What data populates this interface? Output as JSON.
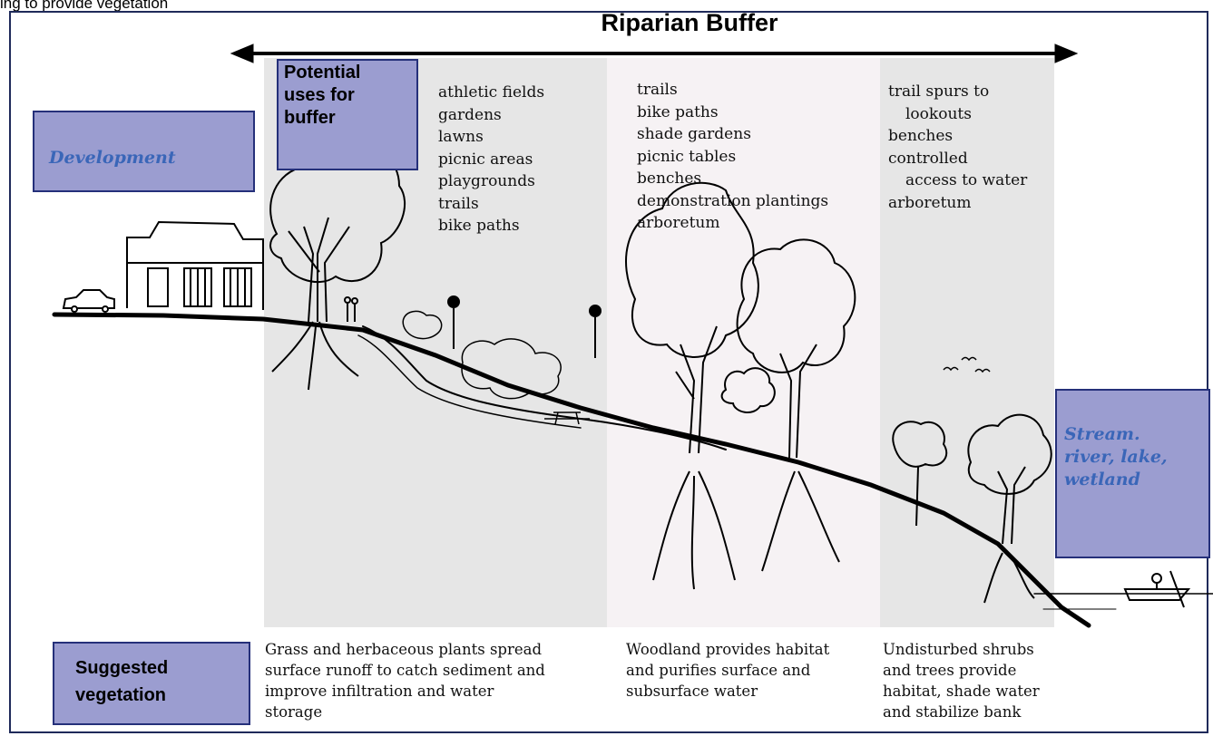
{
  "top_fragment": "ing to provide vegetation",
  "title": "Riparian Buffer",
  "labels": {
    "potential_uses": [
      "Potential",
      "uses for",
      "buffer"
    ],
    "development": "Development",
    "water": [
      "Stream.",
      "river, lake,",
      "wetland"
    ],
    "suggested": [
      "Suggested",
      "vegetation"
    ]
  },
  "zones": [
    {
      "uses": [
        {
          "text": "athletic fields",
          "indent": false
        },
        {
          "text": "gardens",
          "indent": false
        },
        {
          "text": "lawns",
          "indent": false
        },
        {
          "text": "picnic areas",
          "indent": false
        },
        {
          "text": "playgrounds",
          "indent": false
        },
        {
          "text": "trails",
          "indent": false
        },
        {
          "text": "bike paths",
          "indent": false
        }
      ],
      "caption": [
        "Grass and herbaceous plants spread",
        "surface runoff to catch sediment and",
        "improve infiltration and water",
        "storage"
      ]
    },
    {
      "uses": [
        {
          "text": "trails",
          "indent": false
        },
        {
          "text": "bike paths",
          "indent": false
        },
        {
          "text": "shade gardens",
          "indent": false
        },
        {
          "text": "picnic tables",
          "indent": false
        },
        {
          "text": "benches",
          "indent": false
        },
        {
          "text": "demonstration plantings",
          "indent": false
        },
        {
          "text": "arboretum",
          "indent": false
        }
      ],
      "caption": [
        "Woodland provides habitat",
        "and purifies surface and",
        "subsurface water"
      ]
    },
    {
      "uses": [
        {
          "text": "trail spurs to",
          "indent": false
        },
        {
          "text": "lookouts",
          "indent": true
        },
        {
          "text": "benches",
          "indent": false
        },
        {
          "text": "controlled",
          "indent": false
        },
        {
          "text": "access to water",
          "indent": true
        },
        {
          "text": "arboretum",
          "indent": false
        }
      ],
      "caption": [
        "Undisturbed shrubs",
        "and trees provide",
        "habitat, shade water",
        "and stabilize bank"
      ]
    }
  ],
  "colors": {
    "zone_grass": "#e6e6e6",
    "zone_woodland": "#f6f2f4",
    "zone_shrubs": "#e6e6e6",
    "label_fill": "#9b9dd0",
    "label_border": "#25307a",
    "italic_label_text": "#3a66b8"
  }
}
